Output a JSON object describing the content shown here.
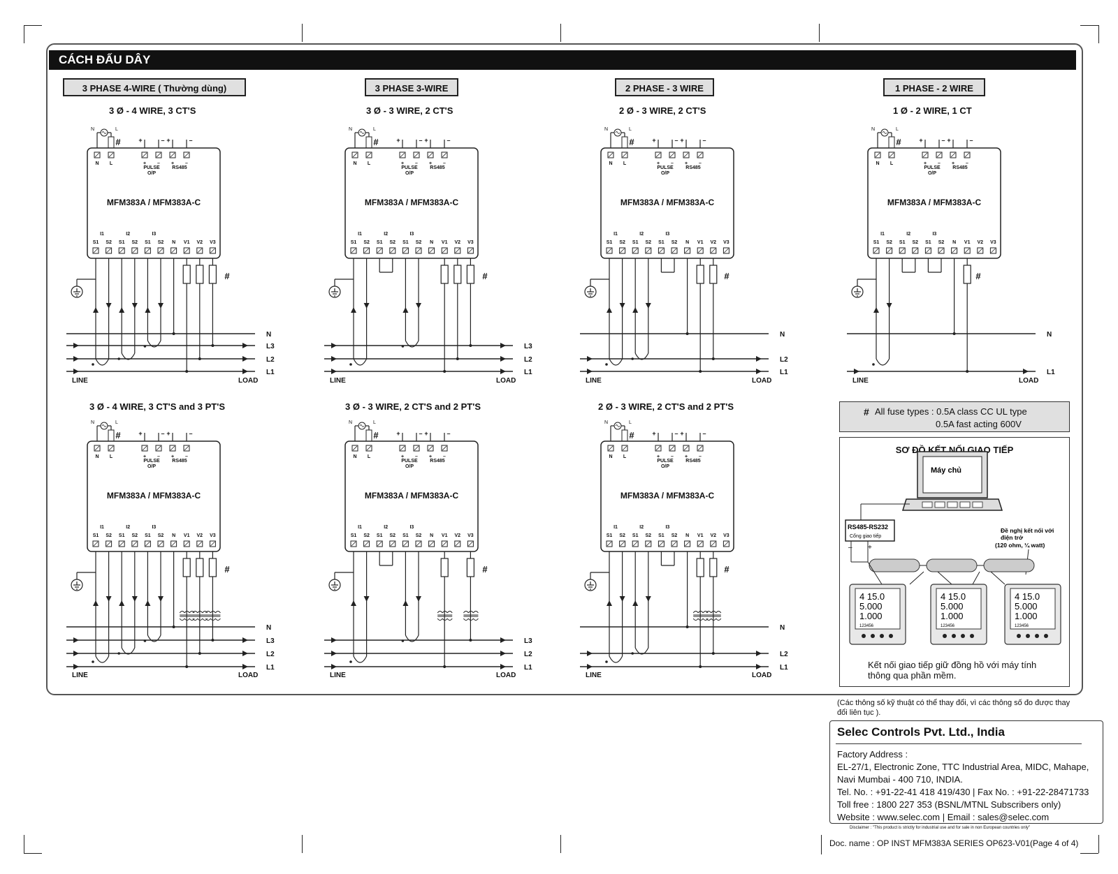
{
  "page_title": "CÁCH ĐẤU DÂY",
  "sections": [
    {
      "title": "3 PHASE 4-WIRE ( Thường dùng)",
      "top_sub": "3 Ø - 4 WIRE, 3 CT'S",
      "bottom_sub": "3 Ø - 4 WIRE, 3 CT'S and 3 PT'S"
    },
    {
      "title": "3 PHASE 3-WIRE",
      "top_sub": "3 Ø - 3 WIRE, 2 CT'S",
      "bottom_sub": "3 Ø - 3 WIRE, 2 CT'S and 2 PT'S"
    },
    {
      "title": "2 PHASE - 3 WIRE",
      "top_sub": "2 Ø - 3 WIRE, 2 CT'S",
      "bottom_sub": "2 Ø - 3 WIRE, 2 CT'S  and 2 PT'S"
    },
    {
      "title": "1 PHASE - 2 WIRE",
      "top_sub": "1 Ø - 2 WIRE, 1 CT",
      "bottom_sub": ""
    }
  ],
  "meter": {
    "model": "MFM383A / MFM383A-C",
    "aux_terminals": [
      "N",
      "L"
    ],
    "pulse_label": "PULSE",
    "pulse_sub": "O/P",
    "rs485_label": "RS485",
    "bottom_terminals": [
      "S1",
      "S2",
      "S1",
      "S2",
      "S1",
      "S2",
      "N",
      "V1",
      "V2",
      "V3"
    ],
    "ct_labels": [
      "I1",
      "I2",
      "I3"
    ],
    "hash": "#",
    "plus": "+",
    "minus": "–"
  },
  "lines": {
    "n": "N",
    "l1": "L1",
    "l2": "L2",
    "l3": "L3",
    "line": "LINE",
    "load": "LOAD"
  },
  "fuse_note": {
    "line1": "All fuse types : 0.5A class CC UL type",
    "line2": "0.5A fast acting 600V"
  },
  "comm": {
    "title": "SƠ ĐỒ KẾT NỐI GIAO TIẾP",
    "host": "Máy chủ",
    "converter": "RS485-RS232",
    "converter_sub": "Cổng giao tiếp",
    "resistor_note_1": "Đề nghị kết nối với",
    "resistor_note_2": "điện trở",
    "resistor_note_3": "(120 ohm, ¼ watt)",
    "display_values": [
      "4 15.0",
      "5.000",
      "1.000"
    ],
    "display_bottom": "123456",
    "caption": "Kết nối giao tiếp giữ đồng hồ với máy tính thông qua phần mềm."
  },
  "note": "(Các thông số kỹ thuật có thể thay đổi, vì các thông số đo được thay đổi liên tục ).",
  "company": {
    "name": "Selec Controls Pvt. Ltd., India",
    "lines": [
      "Factory Address :",
      "EL-27/1, Electronic Zone, TTC Industrial Area, MIDC, Mahape,",
      "Navi Mumbai - 400 710, INDIA.",
      "Tel. No. : +91-22-41 418 419/430 | Fax No. : +91-22-28471733",
      "Toll free : 1800 227 353 (BSNL/MTNL Subscribers only)",
      "Website : www.selec.com  |  Email : sales@selec.com"
    ]
  },
  "disclaimer": "Disclaimer : \"This product is strictly for industrial use and for sale in non European countries only\"",
  "doc_name": "Doc. name : OP INST MFM383A SERIES     OP623-V01(Page 4 of 4)"
}
